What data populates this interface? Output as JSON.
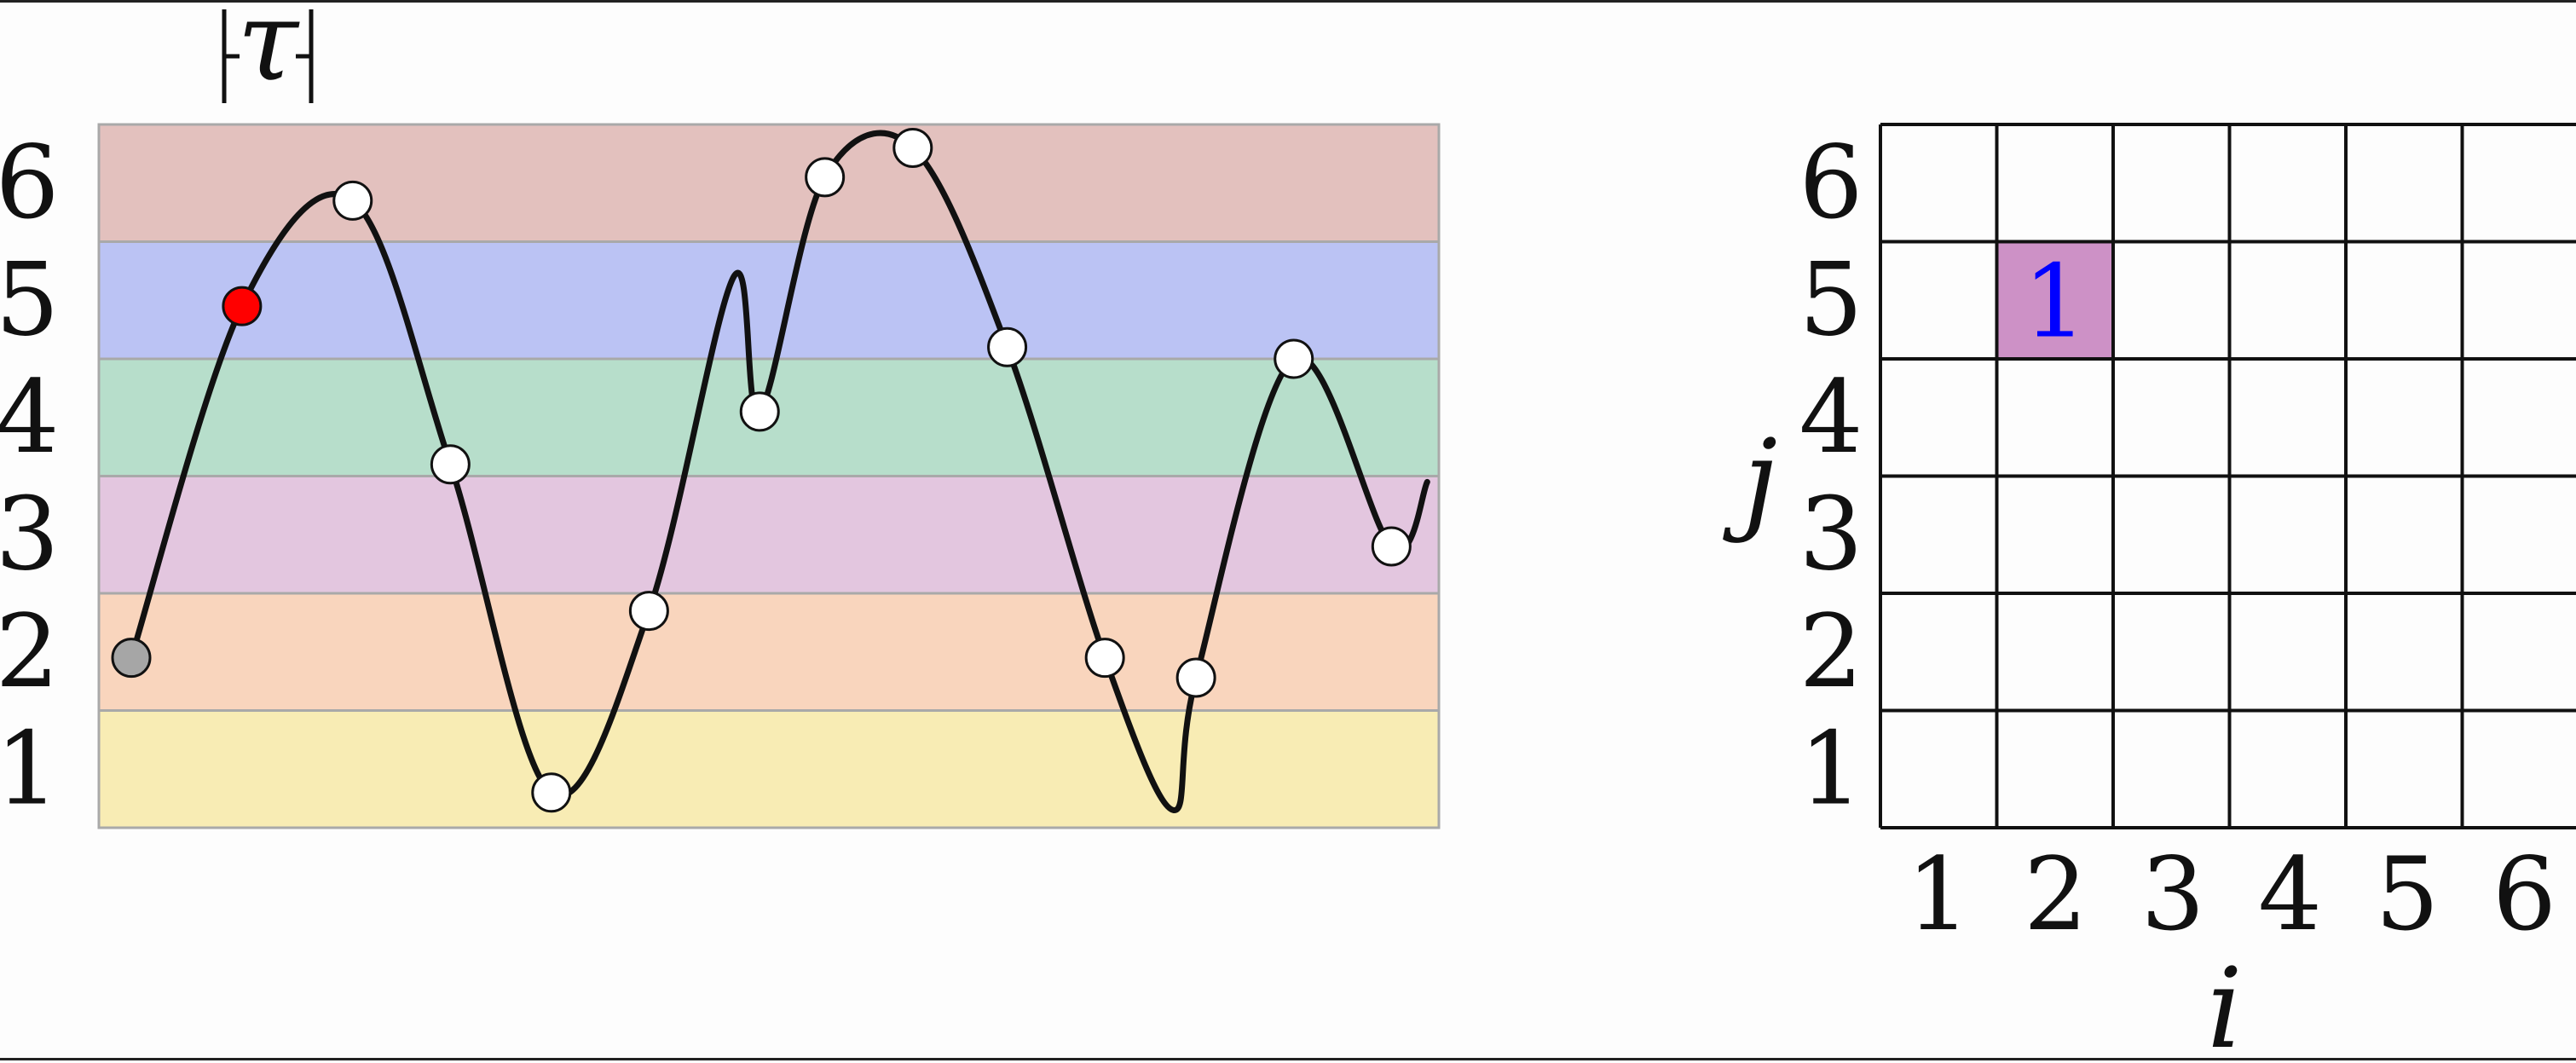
{
  "tau_label": "τ",
  "band_labels": [
    "1",
    "2",
    "3",
    "4",
    "5",
    "6"
  ],
  "band_colors": [
    "#f8ecb4",
    "#f9d5bd",
    "#e3c6df",
    "#b7decb",
    "#bbc3f4",
    "#e3c1be"
  ],
  "curve_points": [
    {
      "t": 0.0,
      "y": 1.45,
      "state": "start"
    },
    {
      "t": 0.34,
      "y": 4.45,
      "state": "current"
    },
    {
      "t": 0.68,
      "y": 5.35,
      "state": "visited"
    },
    {
      "t": 0.98,
      "y": 3.1,
      "state": "visited"
    },
    {
      "t": 1.29,
      "y": 0.3,
      "state": "visited"
    },
    {
      "t": 1.59,
      "y": 1.85,
      "state": "visited"
    },
    {
      "t": 1.85,
      "y": 4.7,
      "state": "vertex"
    },
    {
      "t": 1.93,
      "y": 3.55,
      "state": "visited"
    },
    {
      "t": 2.13,
      "y": 5.55,
      "state": "visited"
    },
    {
      "t": 2.4,
      "y": 5.8,
      "state": "visited"
    },
    {
      "t": 2.69,
      "y": 4.1,
      "state": "visited"
    },
    {
      "t": 2.99,
      "y": 1.45,
      "state": "visited"
    },
    {
      "t": 3.2,
      "y": 0.15,
      "state": "vertex"
    },
    {
      "t": 3.27,
      "y": 1.28,
      "state": "visited"
    },
    {
      "t": 3.57,
      "y": 4.0,
      "state": "visited"
    },
    {
      "t": 3.87,
      "y": 2.4,
      "state": "visited"
    },
    {
      "t": 3.98,
      "y": 2.95,
      "state": "end"
    }
  ],
  "grid": {
    "i_label": "i",
    "j_label": "j",
    "i_ticks": [
      "1",
      "2",
      "3",
      "4",
      "5",
      "6"
    ],
    "j_ticks": [
      "1",
      "2",
      "3",
      "4",
      "5",
      "6"
    ],
    "highlight": {
      "i": 2,
      "j": 5,
      "value": "1",
      "fill": "#cd91c6",
      "text_color": "#0000ff"
    }
  }
}
